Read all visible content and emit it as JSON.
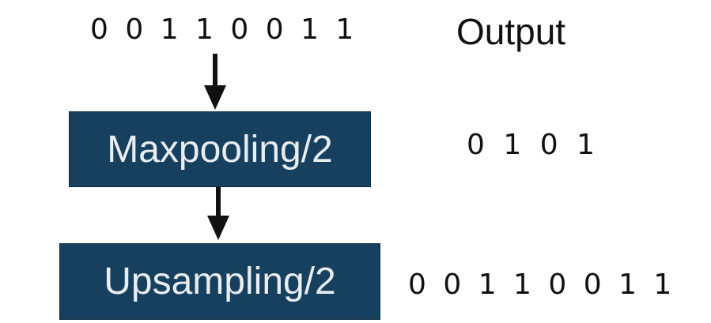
{
  "input": {
    "bits": "0 0 1 1 0 0 1 1"
  },
  "output_column": {
    "heading": "Output"
  },
  "layers": [
    {
      "label": "Maxpooling/2",
      "output": "0 1 0 1"
    },
    {
      "label": "Upsampling/2",
      "output": "0 0 1 1 0 0 1 1"
    }
  ],
  "colors": {
    "box_fill": "#17405f",
    "box_text": "#e9edf2",
    "arrow": "#111111",
    "text": "#111111"
  }
}
